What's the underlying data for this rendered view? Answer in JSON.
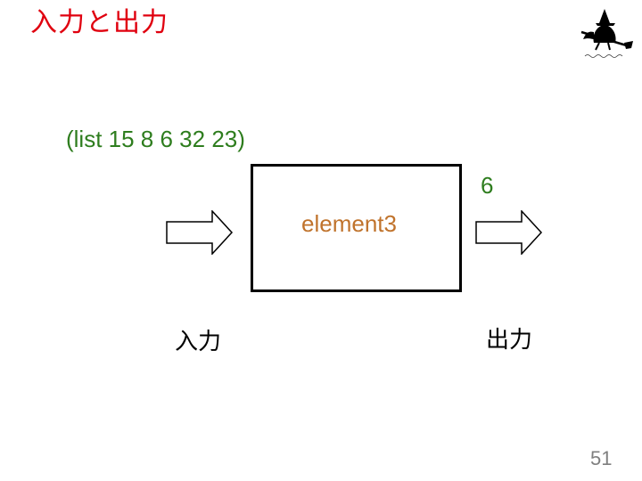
{
  "slide": {
    "title": "入力と出力",
    "input_expression": "(list 15 8 6 32 23)",
    "function_name": "element3",
    "output_value": "6",
    "input_label": "入力",
    "output_label": "出力",
    "page_number": "51"
  },
  "logo": {
    "icon": "witch-on-broom-logo"
  },
  "colors": {
    "title": "#e0000f",
    "expression": "#2e7d1e",
    "function_name": "#c0732c",
    "box_border": "#000000",
    "page_number": "#7f7f7f"
  }
}
